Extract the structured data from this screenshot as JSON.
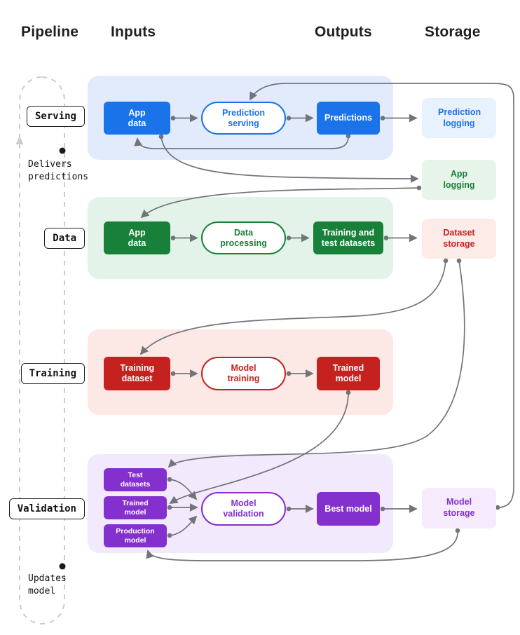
{
  "headers": {
    "pipeline": "Pipeline",
    "inputs": "Inputs",
    "outputs": "Outputs",
    "storage": "Storage"
  },
  "cycle": {
    "delivers_note": "Delivers\npredictions",
    "updates_note": "Updates\nmodel"
  },
  "stages": {
    "serving": {
      "label": "Serving",
      "input": "App data",
      "process": "Prediction serving",
      "output": "Predictions"
    },
    "data": {
      "label": "Data",
      "input": "App data",
      "process": "Data processing",
      "output": "Training and test datasets"
    },
    "training": {
      "label": "Training",
      "input": "Training dataset",
      "process": "Model training",
      "output": "Trained model"
    },
    "validation": {
      "label": "Validation",
      "inputs": [
        "Test datasets",
        "Trained model",
        "Production model"
      ],
      "process": "Model validation",
      "output": "Best model"
    }
  },
  "storage_boxes": {
    "prediction_logging": "Prediction logging",
    "app_logging": "App logging",
    "dataset_storage": "Dataset storage",
    "model_storage": "Model storage"
  },
  "colors": {
    "serving_accent": "#1a73e8",
    "data_accent": "#188038",
    "training_accent": "#c5221f",
    "validation_accent": "#8430ce",
    "connector_gray": "#71757a"
  }
}
